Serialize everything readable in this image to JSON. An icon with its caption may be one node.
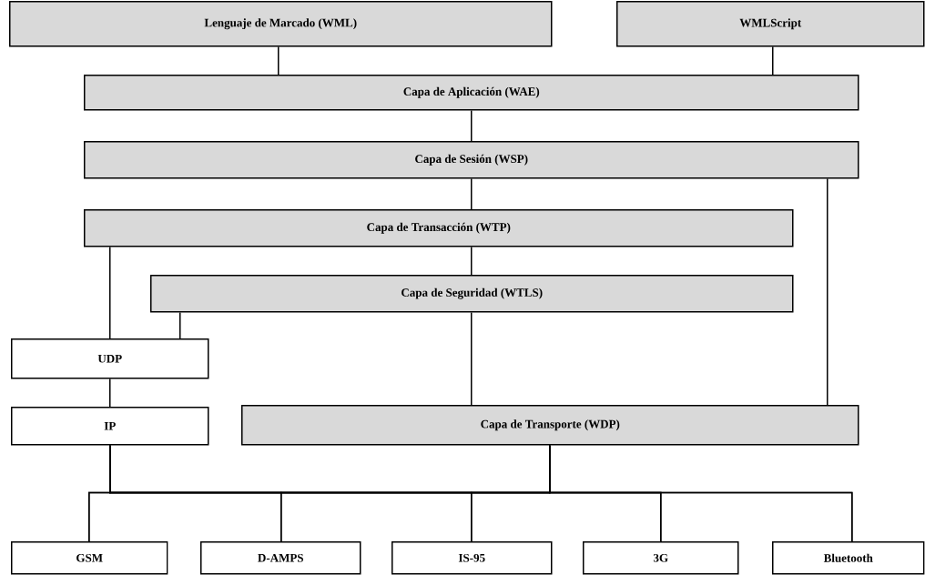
{
  "diagram": {
    "nodes": [
      {
        "text": [
          "Lenguaje de Marcado (WML)"
        ]
      },
      {
        "text": [
          "WMLScript"
        ]
      },
      {
        "text": [
          "Capa de Aplicación (WAE)"
        ]
      },
      {
        "text": [
          "Capa de Sesión (WSP)"
        ]
      },
      {
        "text": [
          "Capa de Transacción (WTP)"
        ]
      },
      {
        "text": [
          "Capa de Seguridad (WTLS)"
        ]
      },
      {
        "text": [
          "UDP"
        ]
      },
      {
        "text": [
          "IP"
        ]
      },
      {
        "text": [
          "Capa de Transporte (WDP)"
        ]
      },
      {
        "text": [
          "GSM"
        ]
      },
      {
        "text": [
          "D-AMPS"
        ]
      },
      {
        "text": [
          "IS-95"
        ]
      },
      {
        "text": [
          "3G"
        ]
      },
      {
        "text": [
          "Bluetooth"
        ]
      }
    ],
    "edges": [
      {
        "from": 0,
        "to": 2,
        "arrow": "none"
      },
      {
        "from": 1,
        "to": 2,
        "arrow": "none"
      },
      {
        "from": 2,
        "to": 3,
        "arrow": "none"
      },
      {
        "from": 3,
        "to": 4,
        "arrow": "none"
      },
      {
        "from": 3,
        "to": 8,
        "arrow": "none"
      },
      {
        "from": 4,
        "to": 5,
        "arrow": "none"
      },
      {
        "from": 4,
        "to": 6,
        "arrow": "none"
      },
      {
        "from": 5,
        "to": 6,
        "arrow": "none"
      },
      {
        "from": 5,
        "to": 8,
        "arrow": "none"
      },
      {
        "from": 6,
        "to": 7,
        "arrow": "none"
      },
      {
        "from": 7,
        "to": 9,
        "arrow": "none"
      },
      {
        "from": 7,
        "to": 10,
        "arrow": "none"
      },
      {
        "from": 7,
        "to": 11,
        "arrow": "none"
      },
      {
        "from": 7,
        "to": 12,
        "arrow": "none"
      },
      {
        "from": 7,
        "to": 13,
        "arrow": "none"
      },
      {
        "from": 8,
        "to": 9,
        "arrow": "none"
      },
      {
        "from": 8,
        "to": 10,
        "arrow": "none"
      },
      {
        "from": 8,
        "to": 11,
        "arrow": "none"
      },
      {
        "from": 8,
        "to": 12,
        "arrow": "none"
      },
      {
        "from": 8,
        "to": 13,
        "arrow": "none"
      }
    ]
  }
}
